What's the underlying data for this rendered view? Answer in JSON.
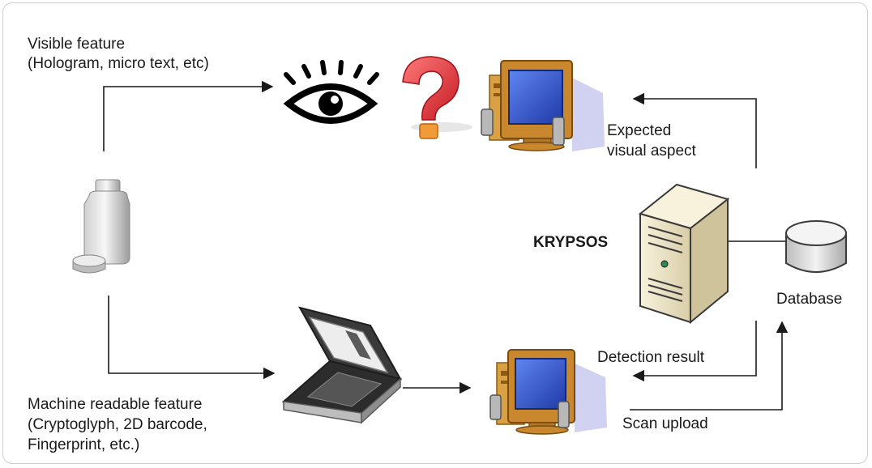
{
  "labels": {
    "visible_feature": "Visible feature",
    "visible_examples": "(Hologram, micro text, etc)",
    "expected_line1": "Expected",
    "expected_line2": "visual aspect",
    "system_name": "KRYPSOS",
    "database": "Database",
    "detection_result": "Detection result",
    "scan_upload": "Scan upload",
    "machine_feature": "Machine readable feature",
    "machine_examples_1": "(Cryptoglyph, 2D barcode,",
    "machine_examples_2": "Fingerprint, etc.)"
  },
  "icons": {
    "eye": "eye-icon",
    "question": "question-mark-icon",
    "computer_top": "computer-icon",
    "computer_bottom": "computer-icon",
    "bottle": "pill-bottle-icon",
    "scanner": "flatbed-scanner-icon",
    "server": "server-icon",
    "database": "database-icon"
  },
  "colors": {
    "monitor_body": "#c9882e",
    "monitor_screen": "#3b5fd6",
    "question_mark": "#e0343a",
    "server_body": "#efe6c8",
    "line": "#1a1a1a"
  }
}
